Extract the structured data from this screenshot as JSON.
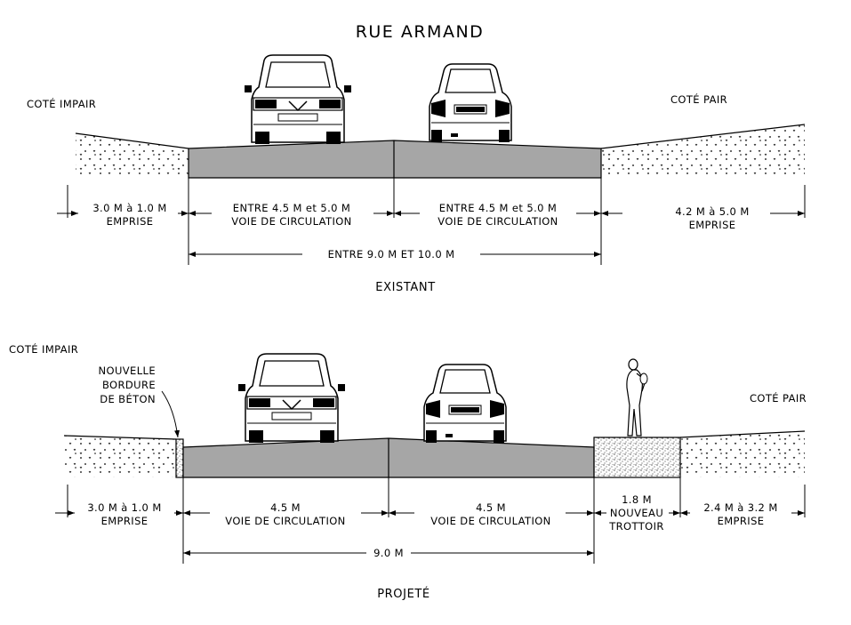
{
  "title": "RUE ARMAND",
  "existing": {
    "caption": "EXISTANT",
    "left_side": "COTÉ IMPAIR",
    "right_side": "COTÉ PAIR",
    "left_dim": "3.0 M à 1.0 M",
    "left_label": "EMPRISE",
    "lane1_dim": "ENTRE 4.5 M et 5.0 M",
    "lane1_label": "VOIE DE CIRCULATION",
    "lane2_dim": "ENTRE 4.5 M et 5.0 M",
    "lane2_label": "VOIE DE CIRCULATION",
    "right_dim": "4.2 M à 5.0 M",
    "right_label": "EMPRISE",
    "total_dim": "ENTRE 9.0 M ET 10.0 M"
  },
  "projected": {
    "caption": "PROJETÉ",
    "left_side": "COTÉ IMPAIR",
    "right_side": "COTÉ PAIR",
    "curb_note": [
      "NOUVELLE",
      "BORDURE",
      "DE BÉTON"
    ],
    "left_dim": "3.0 M à 1.0 M",
    "left_label": "EMPRISE",
    "lane1_dim": "4.5 M",
    "lane1_label": "VOIE DE CIRCULATION",
    "lane2_dim": "4.5 M",
    "lane2_label": "VOIE DE CIRCULATION",
    "sidewalk_dim": "1.8 M",
    "sidewalk_label": [
      "NOUVEAU",
      "TROTTOIR"
    ],
    "right_dim": "2.4 M à 3.2 M",
    "right_label": "EMPRISE",
    "total_dim": "9.0 M"
  },
  "colors": {
    "pavement": "#a6a6a6",
    "line": "#000000",
    "background": "#ffffff"
  },
  "icons": [
    "car-front-icon",
    "car-rear-icon",
    "pedestrian-icon",
    "soil-hatch",
    "concrete-hatch"
  ]
}
